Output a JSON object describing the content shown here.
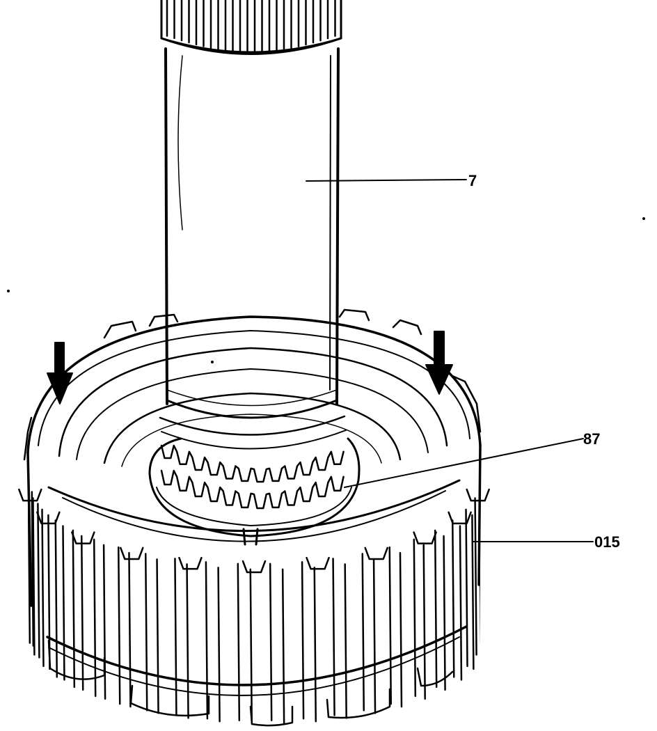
{
  "diagram": {
    "callouts": [
      {
        "id": "shaft",
        "label": "7"
      },
      {
        "id": "splined-ring",
        "label": "87"
      },
      {
        "id": "clutch-drum",
        "label": "015"
      }
    ],
    "arrows": [
      {
        "id": "press-left",
        "direction": "down"
      },
      {
        "id": "press-right",
        "direction": "down"
      }
    ],
    "colors": {
      "ink": "#000000",
      "paper": "#ffffff"
    }
  }
}
